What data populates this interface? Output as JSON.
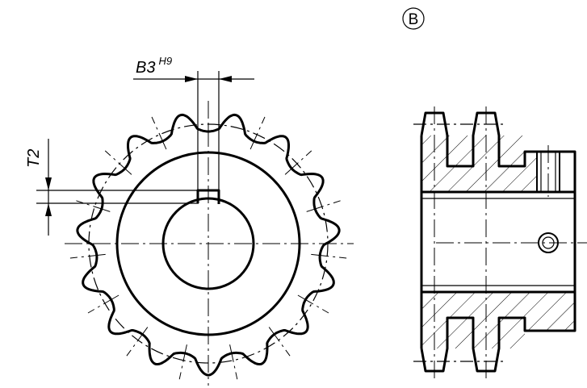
{
  "drawing": {
    "view_marker": "B",
    "dimension_width": {
      "symbol": "B3",
      "tolerance": "H9"
    },
    "dimension_depth": {
      "symbol": "T2"
    }
  },
  "sprocket": {
    "teeth": 15
  }
}
